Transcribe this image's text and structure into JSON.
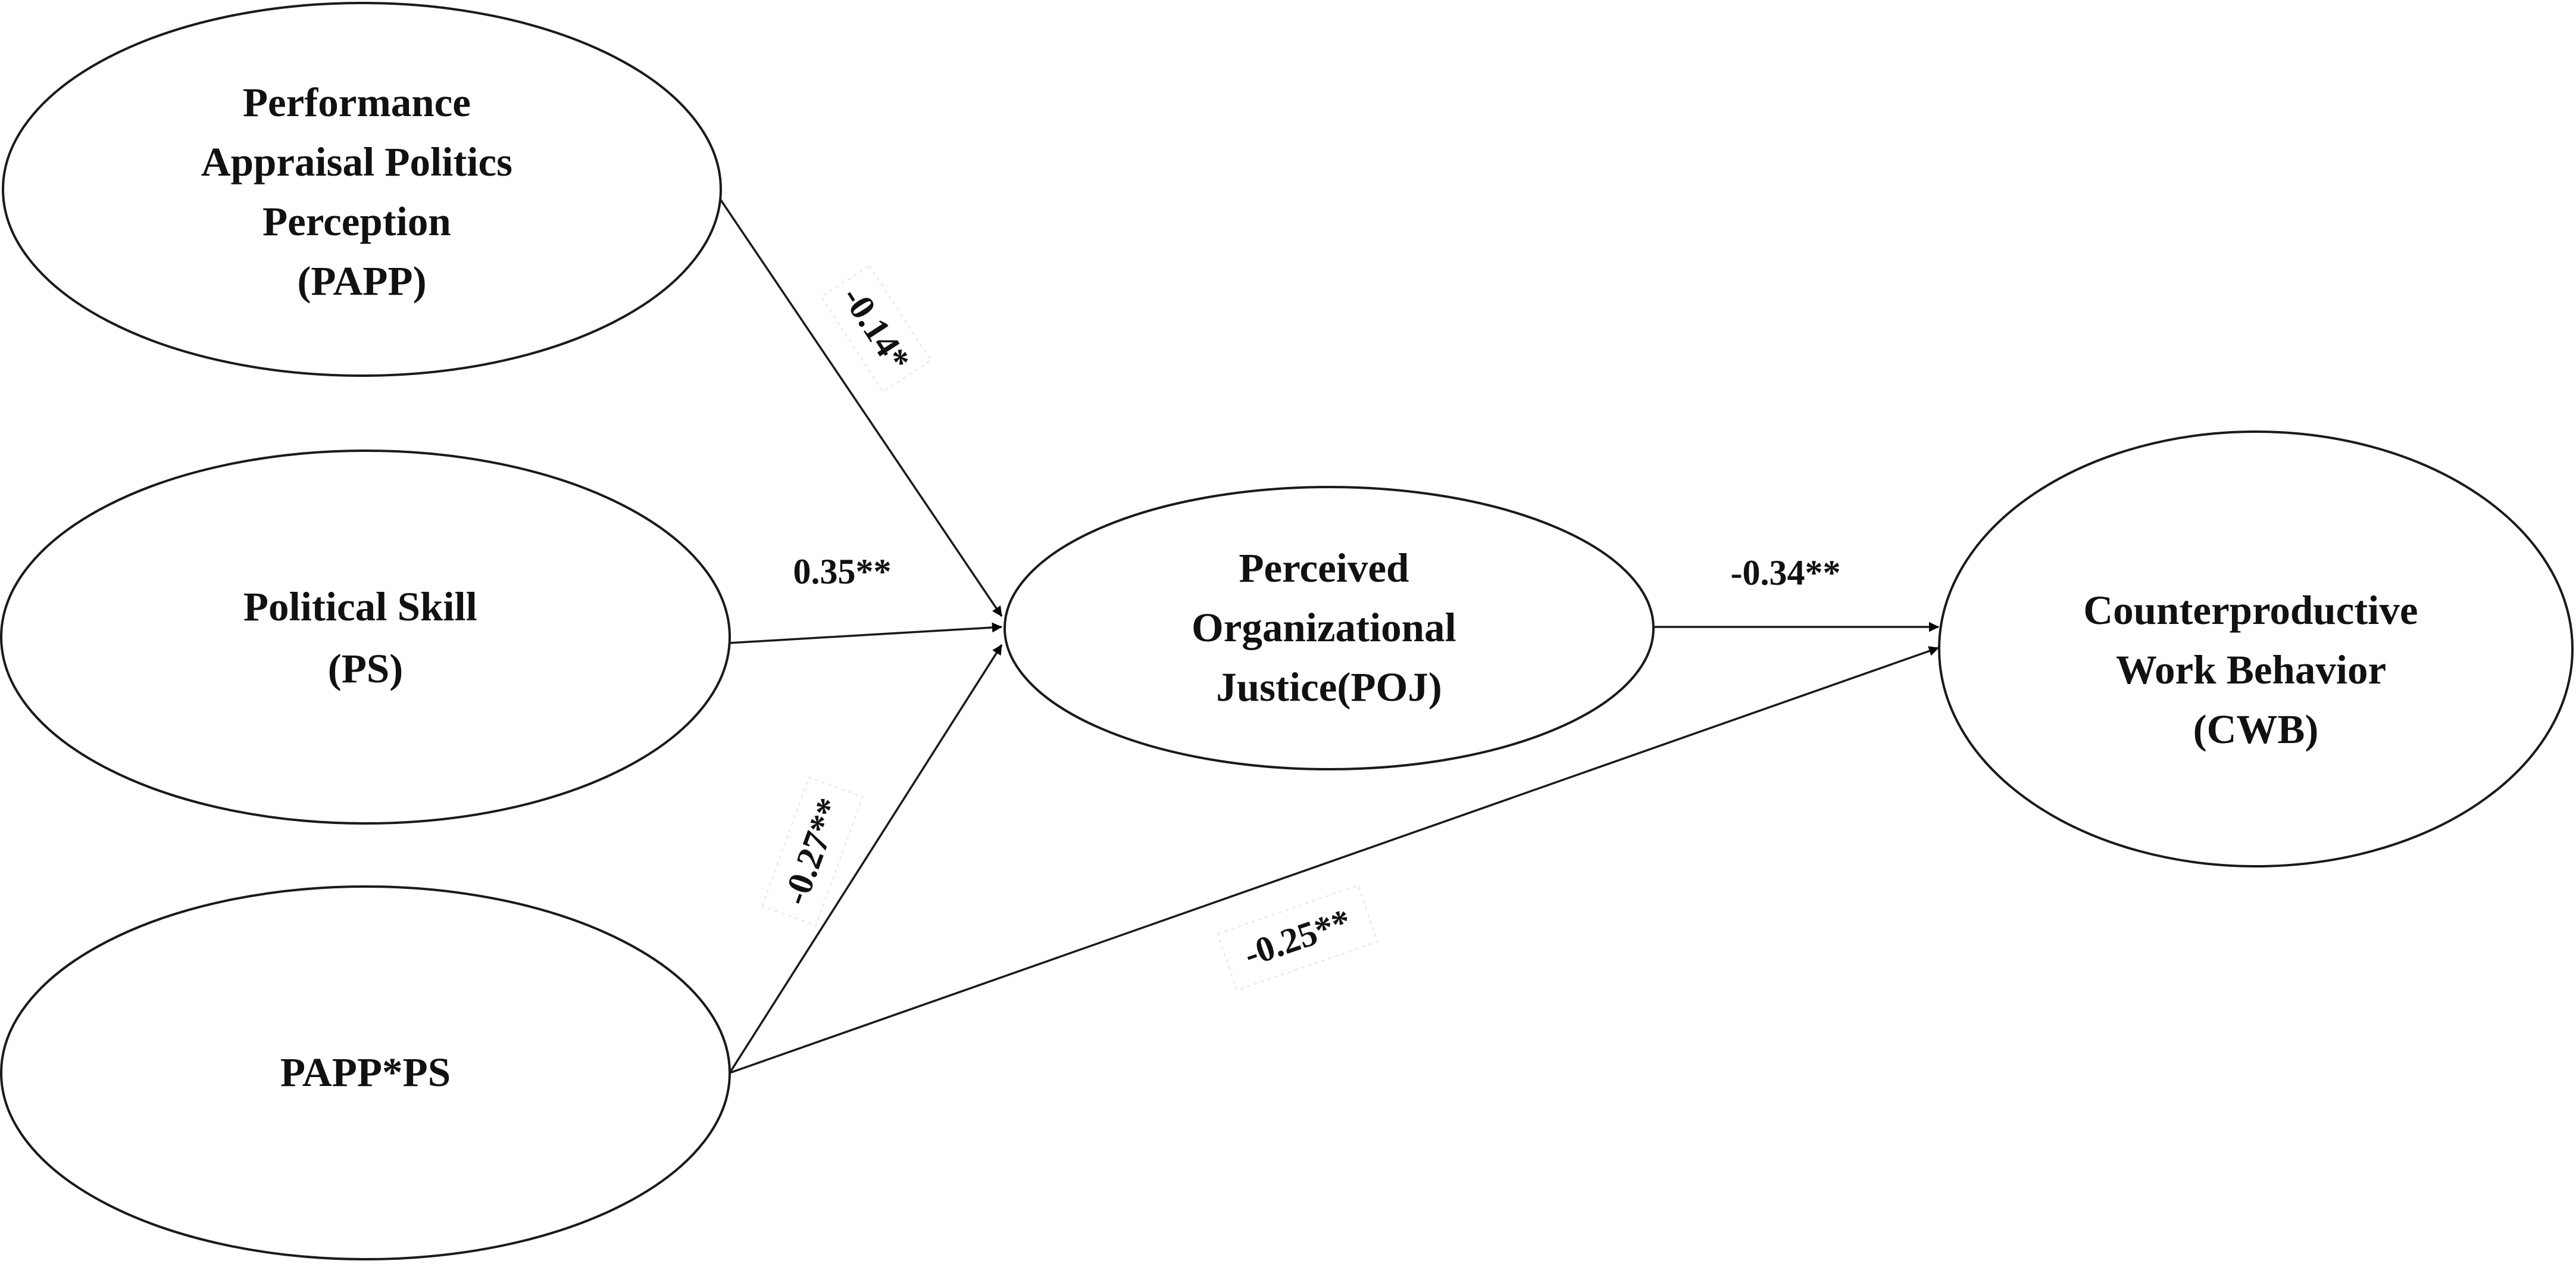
{
  "diagram": {
    "type": "path-model",
    "nodes": {
      "papp": {
        "lines": [
          "Performance",
          "Appraisal Politics",
          "Perception",
          "(PAPP)"
        ]
      },
      "ps": {
        "lines": [
          "Political Skill",
          "(PS)"
        ]
      },
      "interaction": {
        "lines": [
          "PAPP*PS"
        ]
      },
      "poj": {
        "lines": [
          "Perceived",
          "Organizational",
          "Justice(POJ)"
        ]
      },
      "cwb": {
        "lines": [
          "Counterproductive",
          "Work Behavior",
          "(CWB)"
        ]
      }
    },
    "edges": [
      {
        "id": "papp-poj",
        "from": "papp",
        "to": "poj",
        "coefficient": "-0.14*"
      },
      {
        "id": "ps-poj",
        "from": "ps",
        "to": "poj",
        "coefficient": "0.35**"
      },
      {
        "id": "interaction-poj",
        "from": "interaction",
        "to": "poj",
        "coefficient": "-0.27**"
      },
      {
        "id": "poj-cwb",
        "from": "poj",
        "to": "cwb",
        "coefficient": "-0.34**"
      },
      {
        "id": "interaction-cwb",
        "from": "interaction",
        "to": "cwb",
        "coefficient": "-0.25**"
      }
    ]
  }
}
